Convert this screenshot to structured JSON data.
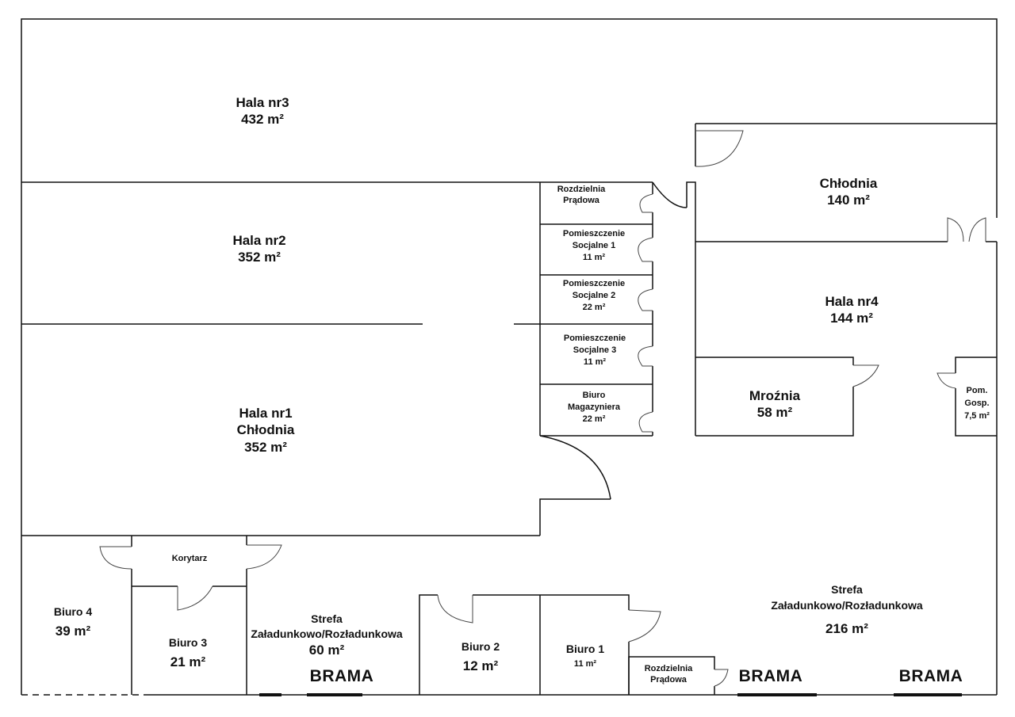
{
  "rooms": {
    "hala3": {
      "name": "Hala nr3",
      "area": "432 m²"
    },
    "hala2": {
      "name": "Hala nr2",
      "area": "352 m²"
    },
    "hala1": {
      "name": "Hala nr1",
      "name2": "Chłodnia",
      "area": "352 m²"
    },
    "rozdzielnia_top": {
      "name": "Rozdzielnia",
      "name2": "Prądowa"
    },
    "socjalne1": {
      "name": "Pomieszczenie",
      "name2": "Socjalne 1",
      "area": "11 m²"
    },
    "socjalne2": {
      "name": "Pomieszczenie",
      "name2": "Socjalne 2",
      "area": "22 m²"
    },
    "socjalne3": {
      "name": "Pomieszczenie",
      "name2": "Socjalne 3",
      "area": "11 m²"
    },
    "biuro_mag": {
      "name": "Biuro",
      "name2": "Magazyniera",
      "area": "22 m²"
    },
    "chlodnia": {
      "name": "Chłodnia",
      "area": "140 m²"
    },
    "hala4": {
      "name": "Hala nr4",
      "area": "144 m²"
    },
    "mroznia": {
      "name": "Mroźnia",
      "area": "58 m²"
    },
    "pom_gosp": {
      "name": "Pom.",
      "name2": "Gosp.",
      "area": "7,5 m²"
    },
    "korytarz": {
      "name": "Korytarz"
    },
    "biuro4": {
      "name": "Biuro 4",
      "area": "39 m²"
    },
    "biuro3": {
      "name": "Biuro 3",
      "area": "21 m²"
    },
    "strefa60": {
      "name": "Strefa",
      "name2": "Załadunkowo/Rozładunkowa",
      "area": "60 m²"
    },
    "biuro2": {
      "name": "Biuro 2",
      "area": "12 m²"
    },
    "biuro1": {
      "name": "Biuro 1",
      "area": "11 m²"
    },
    "rozdzielnia_bottom": {
      "name": "Rozdzielnia",
      "name2": "Prądowa"
    },
    "strefa216": {
      "name": "Strefa",
      "name2": "Załadunkowo/Rozładunkowa",
      "area": "216 m²"
    }
  },
  "gates": [
    "BRAMA",
    "BRAMA",
    "BRAMA"
  ]
}
